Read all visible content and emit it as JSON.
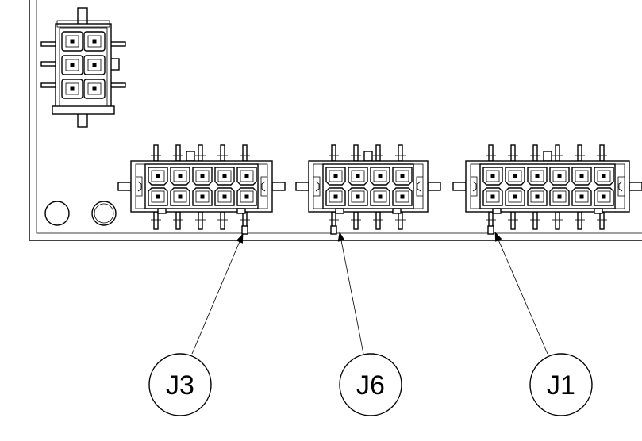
{
  "callouts": [
    {
      "label": "J3",
      "target": "connector-j3"
    },
    {
      "label": "J6",
      "target": "connector-j6"
    },
    {
      "label": "J1",
      "target": "connector-j1"
    }
  ],
  "connectors": [
    {
      "ref": "J3",
      "columns": 5,
      "rows": 2
    },
    {
      "ref": "J6",
      "columns": 4,
      "rows": 2
    },
    {
      "ref": "J1",
      "columns": 6,
      "rows": 2
    }
  ],
  "top_connector": {
    "columns": 2,
    "rows": 3
  },
  "mounting_holes": 2
}
